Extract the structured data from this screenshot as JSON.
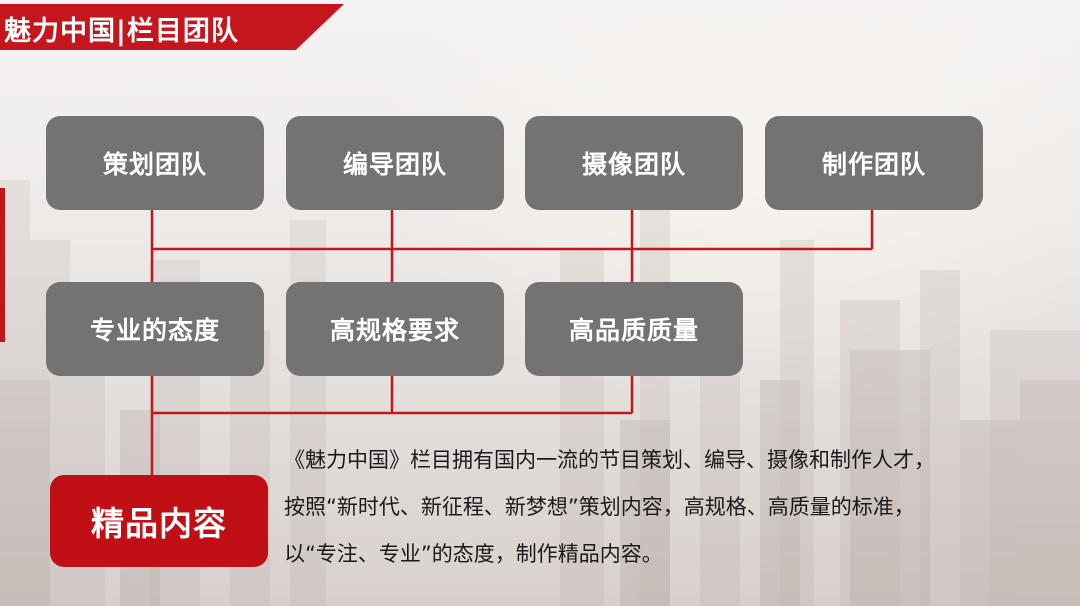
{
  "header": {
    "title": "魅力中国|栏目团队"
  },
  "diagram": {
    "teams": [
      {
        "label": "策划团队"
      },
      {
        "label": "编导团队"
      },
      {
        "label": "摄像团队"
      },
      {
        "label": "制作团队"
      }
    ],
    "qualities": [
      {
        "label": "专业的态度"
      },
      {
        "label": "高规格要求"
      },
      {
        "label": "高品质质量"
      }
    ],
    "result": {
      "label": "精品内容"
    }
  },
  "description": {
    "lines": [
      "《魅力中国》栏目拥有国内一流的节目策划、编导、摄像和制作人才，",
      "按照“新时代、新征程、新梦想”策划内容，高规格、高质量的标准，",
      "以“专注、专业”的态度，制作精品内容。"
    ]
  },
  "colors": {
    "accent": "#c4161c",
    "box": "#747373",
    "connector": "#c4161c"
  }
}
